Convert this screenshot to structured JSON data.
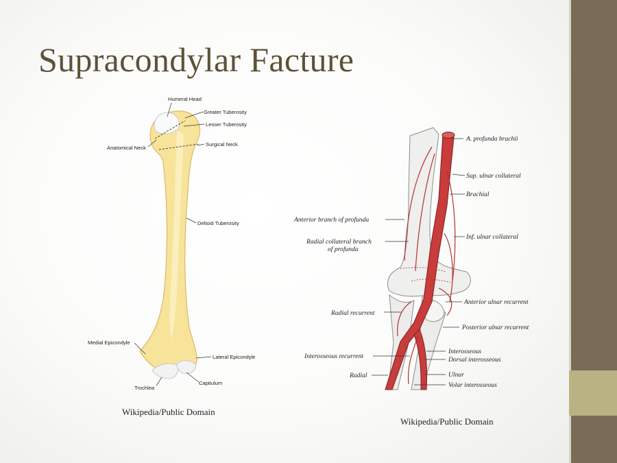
{
  "slide": {
    "title": "Supracondylar Facture",
    "colors": {
      "title": "#5b5338",
      "sidebar": "#7a6a58",
      "sidebar_accent": "#b9b383",
      "bone": "#f7e39a",
      "artery": "#c83c3c"
    }
  },
  "humerus_figure": {
    "labels": {
      "humeral_head": "Humeral Head",
      "greater_tuberosity": "Greater Tuberosity",
      "lesser_tuberosity": "Lesser Tuberosity",
      "anatomical_neck": "Anatomical Neck",
      "surgical_neck": "Surgical Neck",
      "deltoid_tuberosity": "Deltoid Tuberosity",
      "medial_epicondyle": "Medial Epicondyle",
      "lateral_epicondyle": "Lateral Epicondyle",
      "capitulum": "Capitulum",
      "trochlea": "Trochlea"
    },
    "caption": "Wikipedia/Public Domain"
  },
  "artery_figure": {
    "labels": {
      "a_profunda_brachii": "A. profunda brachii",
      "sup_ulnar_collateral": "Sup. ulnar collateral",
      "brachial": "Brachial",
      "anterior_branch_of_profunda": "Anterior branch of profunda",
      "radial_collateral_branch_line1": "Radial collateral branch",
      "radial_collateral_branch_line2": "of profunda",
      "inf_ulnar_collateral": "Inf. ulnar collateral",
      "anterior_ulnar_recurrent": "Anterior ulnar recurrent",
      "radial_recurrent": "Radial recurrent",
      "posterior_ulnar_recurrent": "Posterior ulnar recurrent",
      "interosseous": "Interosseous",
      "dorsal_interosseous": "Dorsal interosseous",
      "interosseous_recurrent": "Interosseous recurrent",
      "radial": "Radial",
      "ulnar": "Ulnar",
      "volar_interosseous": "Volar interosseous"
    },
    "caption": "Wikipedia/Public Domain"
  }
}
